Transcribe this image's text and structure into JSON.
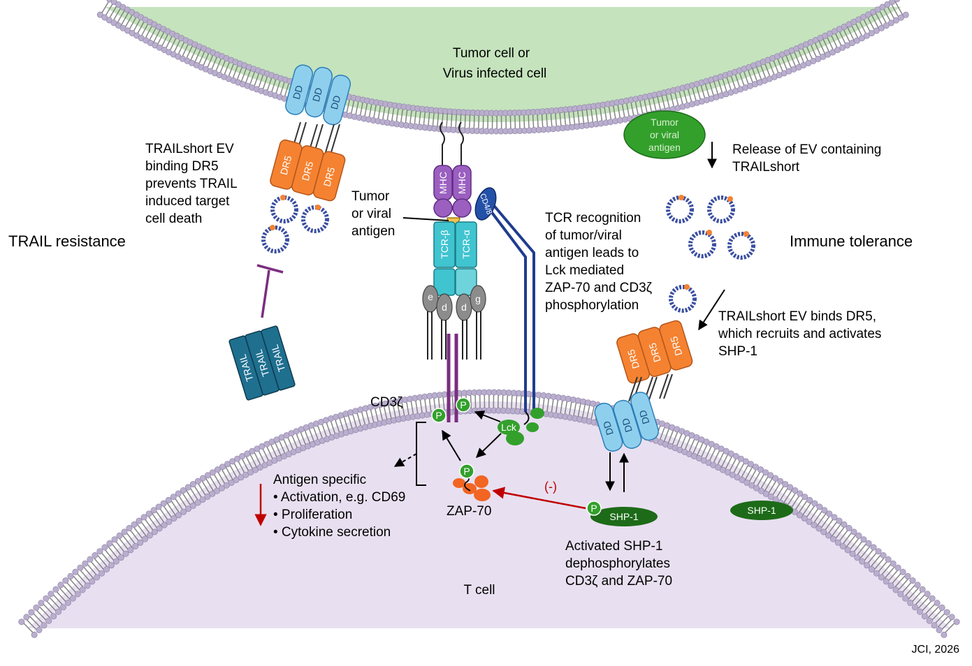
{
  "cells": {
    "top_cell_line1": "Tumor cell or",
    "top_cell_line2": "Virus infected cell",
    "bottom_cell": "T cell"
  },
  "left": {
    "trail_resistance": "TRAIL resistance",
    "ev_text": [
      "TRAILshort EV",
      "binding DR5",
      "prevents TRAIL",
      "induced target",
      "cell death"
    ],
    "trail_label": "TRAIL",
    "dr5_label": "DR5",
    "dd_label": "DD"
  },
  "center": {
    "mhc_label": "MHC",
    "cd4_label": "CD4/8",
    "antigen_line1": "Tumor",
    "antigen_line2": "or viral",
    "antigen_line3": "antigen",
    "tcr_beta": "TCR-β",
    "tcr_alpha": "TCR-α",
    "cd3_subunits": [
      "e",
      "d",
      "d",
      "g"
    ],
    "cd3z_label": "CD3ζ",
    "p_label": "P",
    "lck_label": "Lck",
    "zap70_label": "ZAP-70",
    "tcr_text": [
      "TCR recognition",
      "of tumor/viral",
      "antigen leads to",
      "Lck mediated",
      "ZAP-70 and CD3ζ",
      "phosphorylation"
    ],
    "outcome_title": "Antigen specific",
    "outcomes": [
      "• Activation, e.g. CD69",
      "• Proliferation",
      "• Cytokine secretion"
    ],
    "inhibit_sign": "(-)"
  },
  "right": {
    "ellipse_line1": "Tumor",
    "ellipse_line2": "or viral",
    "ellipse_line3": "antigen",
    "release_text": [
      "Release of EV containing",
      "TRAILshort"
    ],
    "immune_tolerance": "Immune tolerance",
    "binds_text": [
      "TRAILshort EV binds DR5,",
      "which recruits and activates",
      "SHP-1"
    ],
    "shp1_label": "SHP-1",
    "shp1_text": [
      "Activated SHP-1",
      "dephosphorylates",
      "CD3ζ and ZAP-70"
    ]
  },
  "credit": "JCI, 2026",
  "colors": {
    "top_cell": "#c5e3bd",
    "bottom_cell": "#e8e0f0",
    "lipid_head": "#b9aecd",
    "dr5": "#f58231",
    "dd": "#8fcfee",
    "trail": "#1f6f8f",
    "mhc": "#9b5fc0",
    "tcr": "#40c4d0",
    "cd4": "#1f3c8f",
    "green": "#33a02c",
    "zap": "#f26522",
    "inhibit": "#c00000"
  }
}
